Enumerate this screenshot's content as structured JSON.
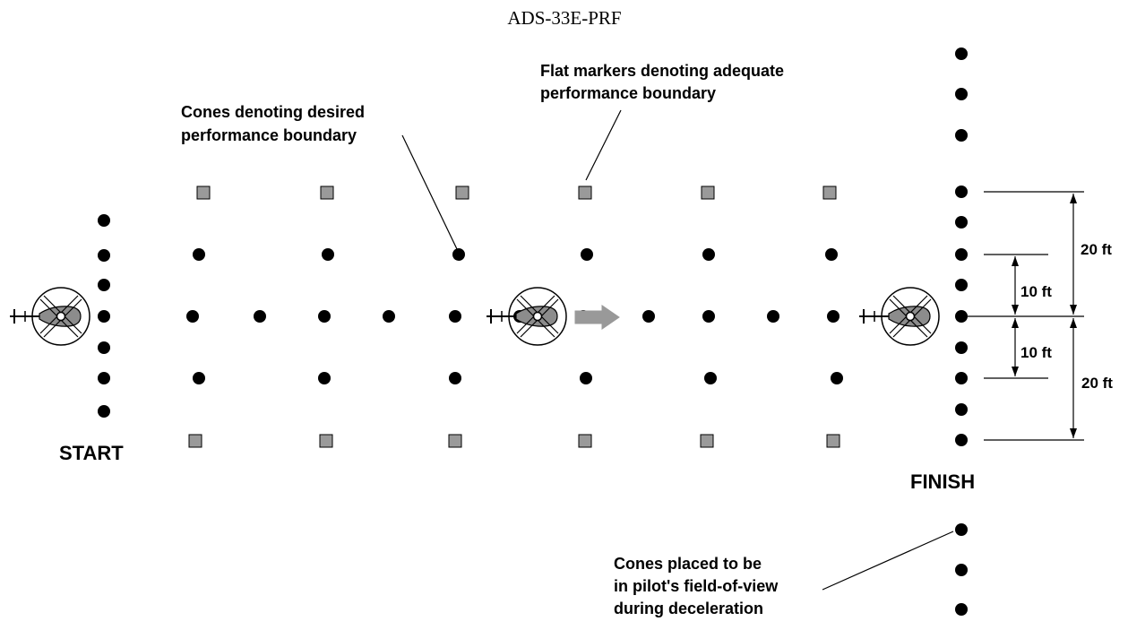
{
  "header": {
    "doc_id": "ADS-33E-PRF"
  },
  "annotations": {
    "cones_desired": [
      "Cones denoting desired",
      "performance boundary"
    ],
    "flat_markers": [
      "Flat markers denoting adequate",
      "performance boundary"
    ],
    "cones_fov": [
      "Cones placed to be",
      "in pilot's field-of-view",
      "during deceleration"
    ]
  },
  "course": {
    "start_label": "START",
    "finish_label": "FINISH"
  },
  "dimensions": {
    "upper_20": "20 ft",
    "upper_10": "10 ft",
    "lower_10": "10 ft",
    "lower_20": "20 ft"
  },
  "colors": {
    "cone": "#000000",
    "flat_marker": "#9a9a9a",
    "helicopter_fuselage": "#8c8c8c",
    "arrow": "#999999"
  }
}
